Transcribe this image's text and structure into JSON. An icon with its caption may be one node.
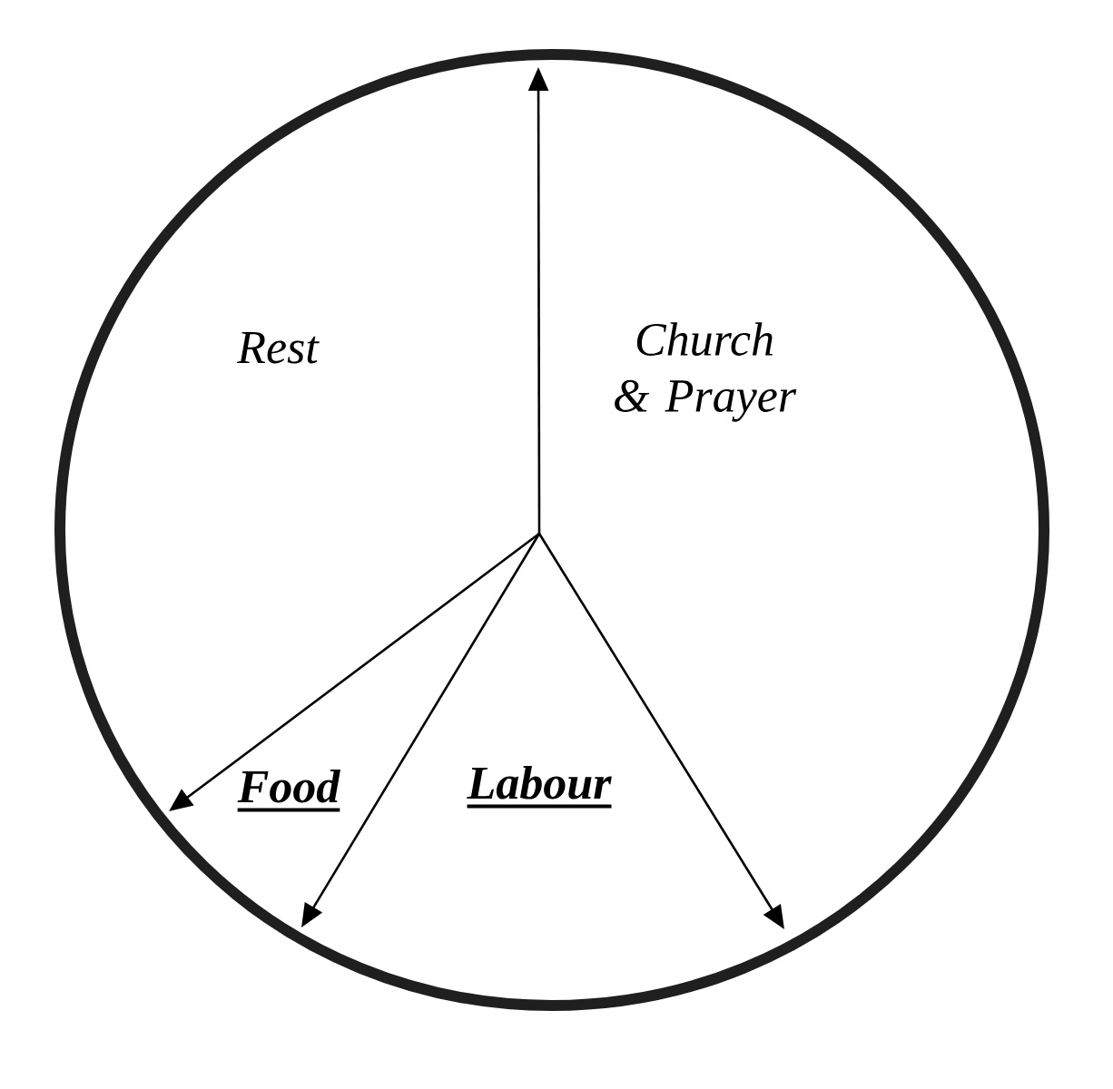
{
  "diagram": {
    "nodes": [
      {
        "text": [
          "Rest",
          "Church & Prayer",
          "Food",
          "Labour"
        ]
      }
    ]
  }
}
